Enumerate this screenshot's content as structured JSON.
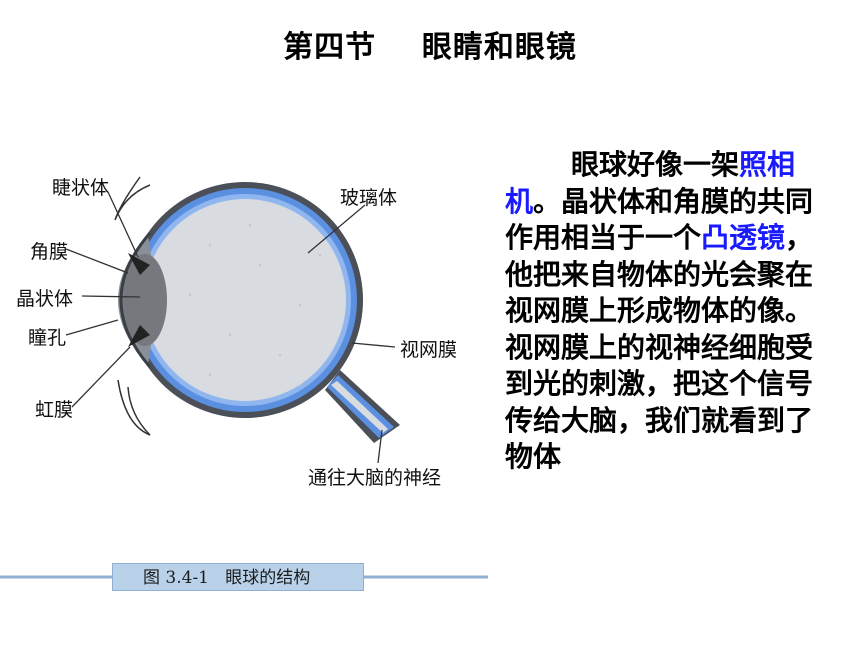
{
  "title": "第四节    眼睛和眼镜",
  "figure": {
    "labels": {
      "ciliary_body": "睫状体",
      "cornea": "角膜",
      "lens": "晶状体",
      "pupil": "瞳孔",
      "iris": "虹膜",
      "vitreous": "玻璃体",
      "retina": "视网膜",
      "nerve": "通往大脑的神经"
    },
    "caption": "图 3.4-1   眼球的结构"
  },
  "text": {
    "part1": "眼球好像一架",
    "link1": "照相机",
    "part2": "。晶状体和角膜的共同作用相当于一个",
    "link2": "凸透镜",
    "part3": "，他把来自物体的光会聚在视网膜上形成物体的像。视网膜上的视神经细胞受到光的刺激，把这个信号传给大脑，我们就看到了物体"
  },
  "colors": {
    "sclera_blue": "#5b8fe0",
    "vitreous_fill": "#d8dbe0",
    "caption_bg": "#b9d2ea",
    "link_blue": "#1a1aff"
  }
}
